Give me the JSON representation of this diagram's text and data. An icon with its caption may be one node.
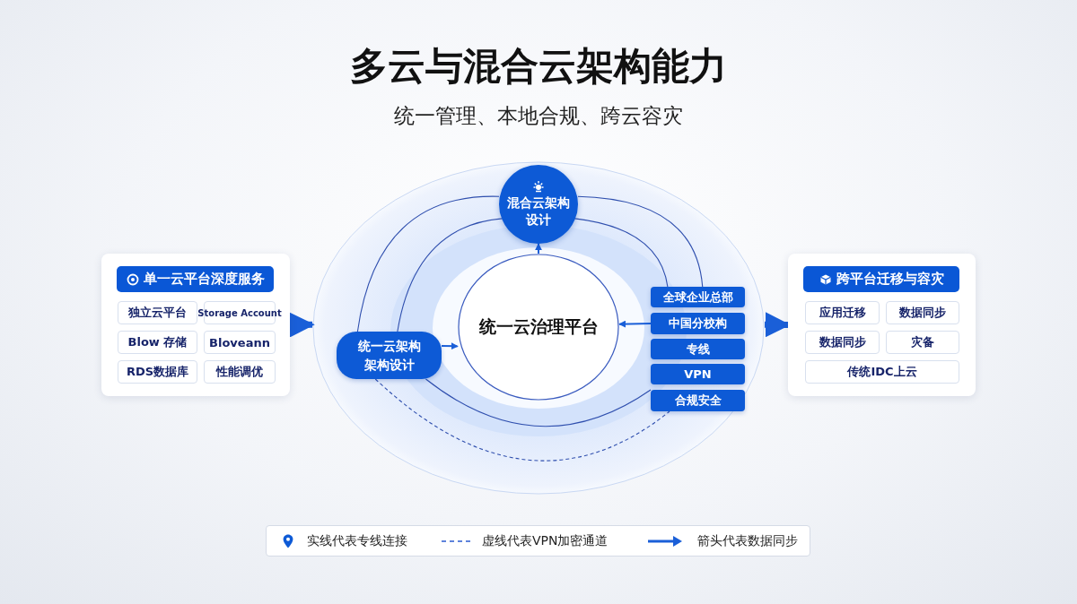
{
  "diagram": {
    "title": "多云与混合云架构能力",
    "caption": "统一管理、本地合规、跨云容灾",
    "nodes": [
      {
        "text": [
          "单一云平台深度服务"
        ]
      },
      {
        "text": [
          "独立云平台"
        ],
        "in": 0
      },
      {
        "text": [
          "Storage Account"
        ],
        "in": 0
      },
      {
        "text": [
          "Blow 存储"
        ],
        "in": 0
      },
      {
        "text": [
          "Bloveann"
        ],
        "in": 0
      },
      {
        "text": [
          "RDS数据库"
        ],
        "in": 0
      },
      {
        "text": [
          "性能调优"
        ],
        "in": 0
      },
      {
        "text": [
          "跨平台迁移与容灾"
        ]
      },
      {
        "text": [
          "应用迁移"
        ],
        "in": 7
      },
      {
        "text": [
          "数据同步"
        ],
        "in": 7
      },
      {
        "text": [
          "数据同步"
        ],
        "in": 7
      },
      {
        "text": [
          "灾备"
        ],
        "in": 7
      },
      {
        "text": [
          "传统IDC上云"
        ],
        "in": 7
      },
      {
        "text": [],
        "shape": "circle"
      },
      {
        "text": [
          "混合云架构设计"
        ],
        "in": 13
      },
      {
        "text": [
          "统一云治理平台"
        ],
        "in": 13
      },
      {
        "text": [
          "统一云架构架构设计"
        ],
        "in": 13
      },
      {
        "text": [
          "全球企业总部"
        ],
        "in": 13
      },
      {
        "text": [
          "中国分校构"
        ],
        "in": 13
      },
      {
        "text": [
          "专线"
        ],
        "in": 13
      },
      {
        "text": [
          "VPN"
        ],
        "in": 13
      },
      {
        "text": [
          "合规安全"
        ],
        "in": 13
      }
    ],
    "edges": [
      {
        "from": 0,
        "to": 13,
        "arrow": "to",
        "style": "thick"
      },
      {
        "from": 13,
        "to": 7,
        "arrow": "to",
        "style": "thick"
      },
      {
        "from": 15,
        "to": 14,
        "arrow": "to"
      },
      {
        "from": 16,
        "to": 15,
        "arrow": "to"
      },
      {
        "from": 18,
        "to": 15,
        "arrow": "to"
      },
      {
        "from": 14,
        "to": 16,
        "arrow": "none"
      },
      {
        "from": 14,
        "to": 16,
        "arrow": "none"
      },
      {
        "from": 14,
        "to": 17,
        "arrow": "none"
      },
      {
        "from": 14,
        "to": 17,
        "arrow": "none"
      },
      {
        "from": 16,
        "to": 21,
        "arrow": "none"
      },
      {
        "from": 16,
        "to": 21,
        "arrow": "none",
        "style": "dashed"
      }
    ],
    "legend": [
      {
        "text": "实线代表专线连接"
      },
      {
        "text": "虚线代表VPN加密通道"
      },
      {
        "text": "箭头代表数据同步"
      }
    ]
  }
}
